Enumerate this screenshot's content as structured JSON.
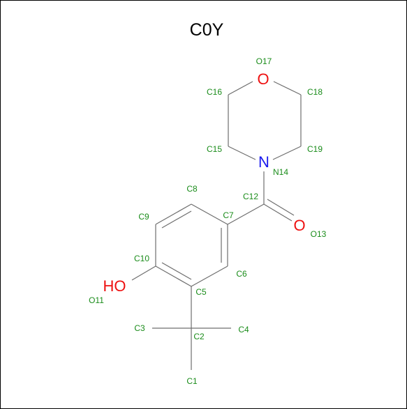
{
  "title": "C0Y",
  "colors": {
    "carbon_label": "#1a8c1a",
    "oxygen": "#ee1111",
    "nitrogen": "#1a1aee",
    "bond": "#6e6e6e"
  },
  "heteroatoms": {
    "O17": "O",
    "N14": "N",
    "O13": "O",
    "O11": "HO"
  },
  "atom_labels": {
    "O17": "O17",
    "C16": "C16",
    "C18": "C18",
    "C15": "C15",
    "C19": "C19",
    "N14": "N14",
    "C8": "C8",
    "C12": "C12",
    "C9": "C9",
    "C7": "C7",
    "O13": "O13",
    "C10": "C10",
    "C6": "C6",
    "C5": "C5",
    "O11": "O11",
    "C3": "C3",
    "C4": "C4",
    "C2": "C2",
    "C1": "C1"
  }
}
